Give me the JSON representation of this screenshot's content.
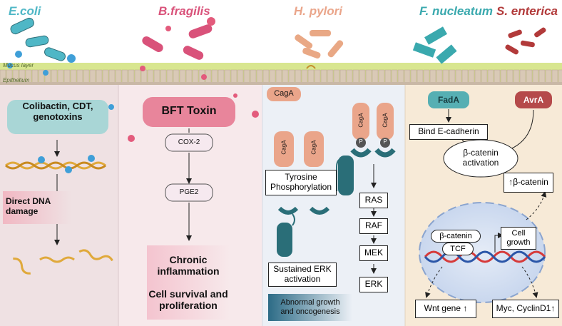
{
  "colors": {
    "ecoli": "#4fb7c6",
    "bfragilis": "#d9527a",
    "hpylori": "#e9a885",
    "fnucleatum": "#3aa9ae",
    "senterica": "#b23a3a",
    "mucus": "#cfe27c",
    "panel1": "#efe1e3",
    "panel2": "#f7e9eb",
    "panel3": "#ecf0f6",
    "panel4": "#f7ead7"
  },
  "species": {
    "ecoli": "E.coli",
    "bfragilis": "B.fragilis",
    "hpylori": "H. pylori",
    "fnucleatum": "F. nucleatum",
    "senterica": "S. enterica"
  },
  "layers": {
    "mucus": "Mucus layer",
    "epithelium": "Epithelium"
  },
  "ecoli_panel": {
    "toxin": "Colibactin, CDT,\ngenotoxins",
    "damage": "Direct DNA\ndamage"
  },
  "bfragilis_panel": {
    "toxin": "BFT Toxin",
    "cox2": "COX-2",
    "pge2": "PGE2",
    "inflammation": "Chronic\ninflammation",
    "survival": "Cell survival and\nproliferation"
  },
  "hpylori_panel": {
    "caga_header": "CagA",
    "caga": "CagA",
    "phospho": "P",
    "tyrosine": "Tyrosine\nPhosphorylation",
    "ras": "RAS",
    "raf": "RAF",
    "mek": "MEK",
    "erk": "ERK",
    "sustained": "Sustained ERK\nactivation",
    "abnormal": "Abnormal growth\nand oncogenesis"
  },
  "fnuc_panel": {
    "fada": "FadA",
    "avra": "AvrA",
    "bind": "Bind E-cadherin",
    "bcat_activation": "β-catenin\nactivation",
    "bcat_up": "↑β-catenin",
    "bcat": "β-catenin",
    "tcf": "TCF",
    "cell_growth": "Cell\ngrowth",
    "wnt": "Wnt gene ↑",
    "myc": "Myc, CyclinD1↑"
  }
}
